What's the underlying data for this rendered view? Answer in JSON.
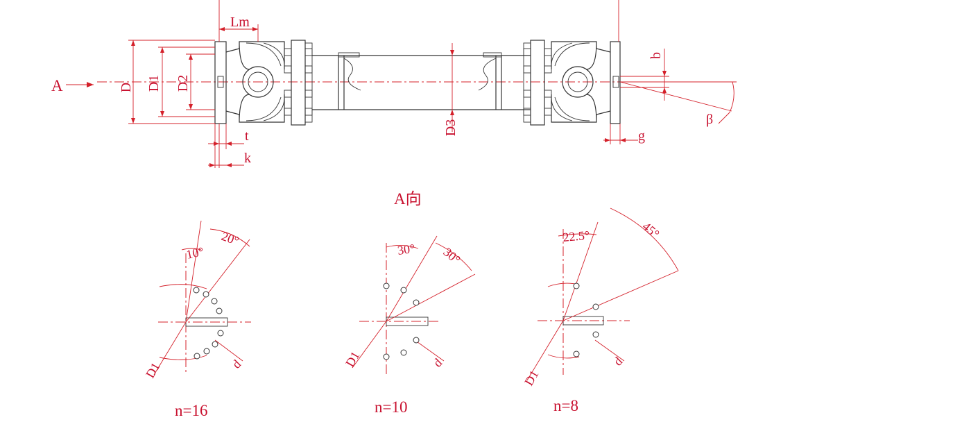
{
  "view_marker": "A",
  "view_title": "A向",
  "side_labels": {
    "Lm": "Lm",
    "D": "D",
    "D1": "D1",
    "D2": "D2",
    "D3": "D3",
    "t": "t",
    "k": "k",
    "b": "b",
    "g": "g",
    "beta": "β"
  },
  "patterns": [
    {
      "n_label": "n=16",
      "angle_small": "10°",
      "angle_large": "20°",
      "d1_label": "D1",
      "d_label": "d"
    },
    {
      "n_label": "n=10",
      "angle_small": "30°",
      "angle_large": "30°",
      "d1_label": "D1",
      "d_label": "d"
    },
    {
      "n_label": "n=8",
      "angle_small": "22.5°",
      "angle_large": "45°",
      "d1_label": "D1",
      "d_label": "d"
    }
  ],
  "colors": {
    "dimension": "#d4202a",
    "outline": "#333333"
  }
}
